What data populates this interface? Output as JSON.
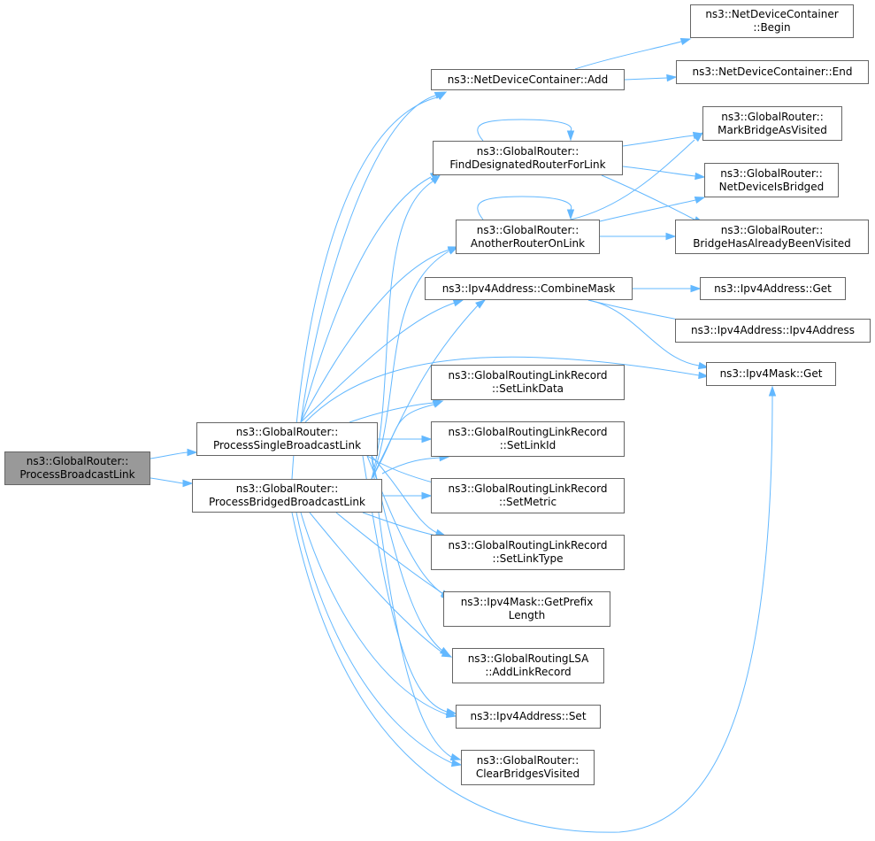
{
  "colors": {
    "edge": "#63b8ff",
    "node_border": "#666666",
    "root_fill": "#999999",
    "node_fill": "#ffffff",
    "background": "#ffffff"
  },
  "nodes": {
    "process_broadcast": [
      "ns3::GlobalRouter::",
      "ProcessBroadcastLink"
    ],
    "process_single": [
      "ns3::GlobalRouter::",
      "ProcessSingleBroadcastLink"
    ],
    "process_bridged": [
      "ns3::GlobalRouter::",
      "ProcessBridgedBroadcastLink"
    ],
    "ndc_add": [
      "ns3::NetDeviceContainer::Add"
    ],
    "ndc_begin": [
      "ns3::NetDeviceContainer",
      "::Begin"
    ],
    "ndc_end": [
      "ns3::NetDeviceContainer::End"
    ],
    "find_dr": [
      "ns3::GlobalRouter::",
      "FindDesignatedRouterForLink"
    ],
    "mark_bridge": [
      "ns3::GlobalRouter::",
      "MarkBridgeAsVisited"
    ],
    "netdevice_bridged": [
      "ns3::GlobalRouter::",
      "NetDeviceIsBridged"
    ],
    "another_router": [
      "ns3::GlobalRouter::",
      "AnotherRouterOnLink"
    ],
    "bridge_visited": [
      "ns3::GlobalRouter::",
      "BridgeHasAlreadyBeenVisited"
    ],
    "combine_mask": [
      "ns3::Ipv4Address::CombineMask"
    ],
    "ipv4addr_get": [
      "ns3::Ipv4Address::Get"
    ],
    "ipv4addr_ctor": [
      "ns3::Ipv4Address::Ipv4Address"
    ],
    "ipv4mask_get": [
      "ns3::Ipv4Mask::Get"
    ],
    "set_link_data": [
      "ns3::GlobalRoutingLinkRecord",
      "::SetLinkData"
    ],
    "set_link_id": [
      "ns3::GlobalRoutingLinkRecord",
      "::SetLinkId"
    ],
    "set_metric": [
      "ns3::GlobalRoutingLinkRecord",
      "::SetMetric"
    ],
    "set_link_type": [
      "ns3::GlobalRoutingLinkRecord",
      "::SetLinkType"
    ],
    "get_prefix_length": [
      "ns3::Ipv4Mask::GetPrefix",
      "Length"
    ],
    "add_link_record": [
      "ns3::GlobalRoutingLSA",
      "::AddLinkRecord"
    ],
    "ipv4addr_set": [
      "ns3::Ipv4Address::Set"
    ],
    "clear_bridges": [
      "ns3::GlobalRouter::",
      "ClearBridgesVisited"
    ]
  }
}
